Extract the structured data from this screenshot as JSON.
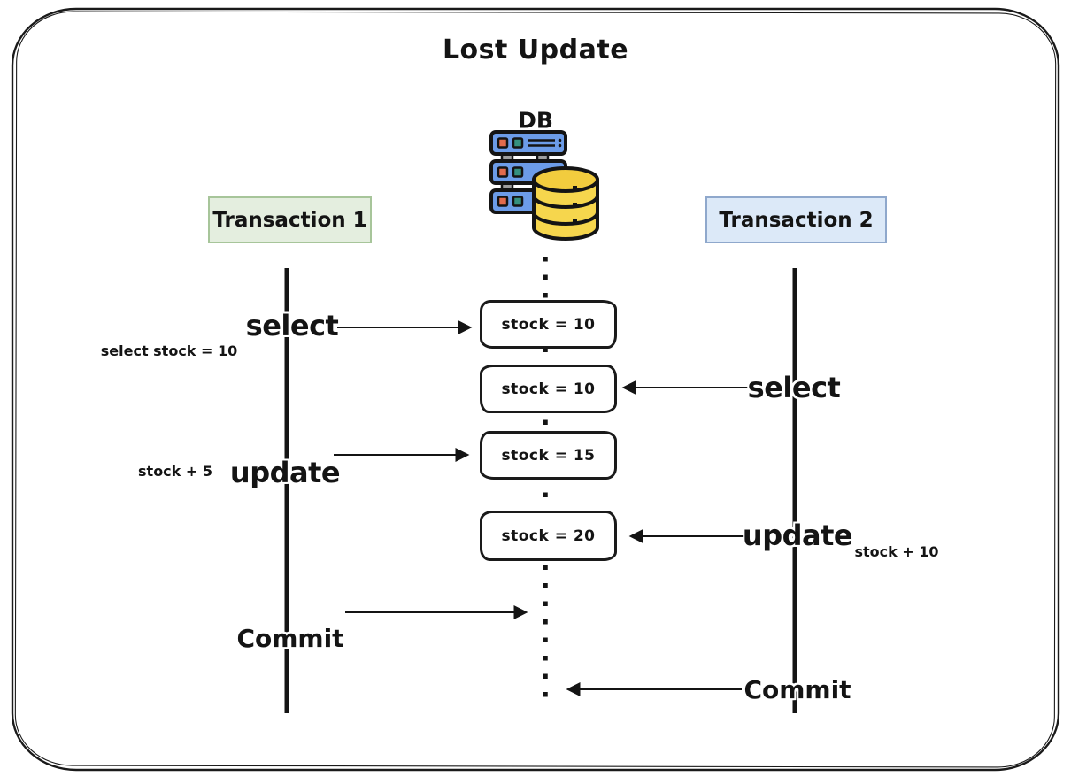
{
  "frame": {
    "title": "Lost Update"
  },
  "database": {
    "label": "DB",
    "icon": "database-server-icon"
  },
  "t1": {
    "header": "Transaction 1",
    "select": "select",
    "select_note": "select stock = 10",
    "update": "update",
    "update_note": "stock + 5",
    "commit": "Commit"
  },
  "t2": {
    "header": "Transaction 2",
    "select": "select",
    "update": "update",
    "update_note": "stock + 10",
    "commit": "Commit"
  },
  "db_states": [
    {
      "label": "stock = 10"
    },
    {
      "label": "stock = 10"
    },
    {
      "label": "stock = 15"
    },
    {
      "label": "stock = 20"
    }
  ],
  "colors": {
    "lane1_fill": "#E4EEDF",
    "lane1_border": "#A7C59A",
    "lane2_fill": "#DCE9F8",
    "lane2_border": "#8FA8CC",
    "server_blue": "#6C9CE8",
    "server_square_orange": "#E26B4C",
    "server_square_teal": "#35917F",
    "db_cylinder_yellow": "#F6D64D",
    "ink": "#141414"
  }
}
